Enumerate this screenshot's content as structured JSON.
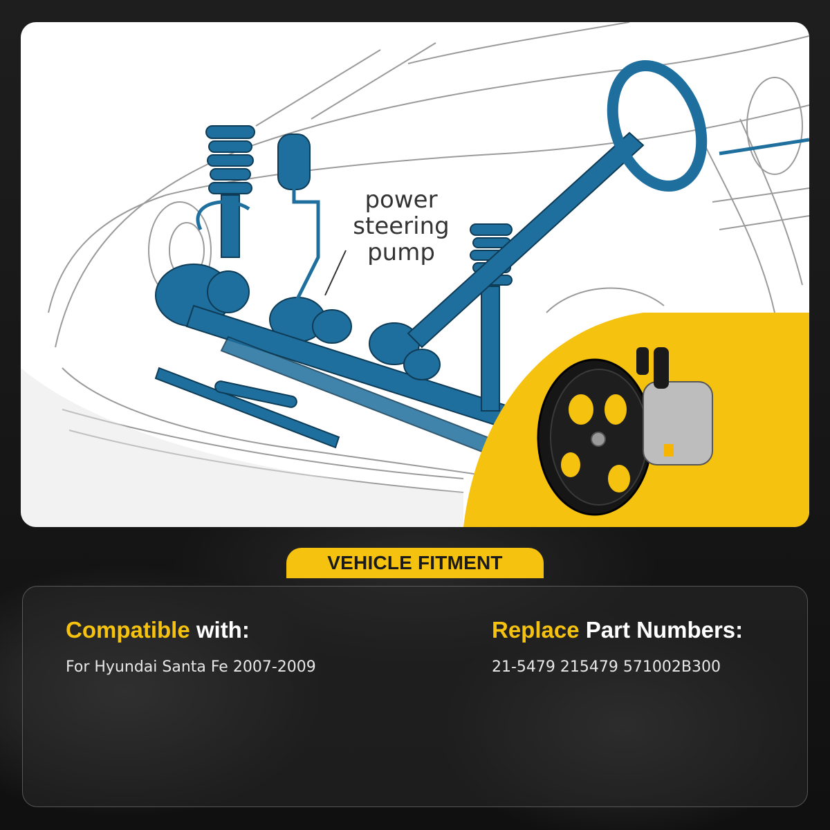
{
  "illustration": {
    "callout_lines": [
      "power",
      "steering",
      "pump"
    ]
  },
  "fitment": {
    "banner": "VEHICLE FITMENT",
    "compatible": {
      "heading_accent": "Compatible",
      "heading_rest": "with:",
      "text": "For Hyundai Santa Fe 2007-2009"
    },
    "replace": {
      "heading_accent": "Replace",
      "heading_rest": "Part Numbers:",
      "text": "21-5479 215479 571002B300"
    }
  },
  "colors": {
    "accent": "#f5c20f",
    "steering_system": "#1f6f9e",
    "background": "#141414"
  },
  "icons": [
    "steering-wheel-icon",
    "power-steering-pump-icon"
  ]
}
